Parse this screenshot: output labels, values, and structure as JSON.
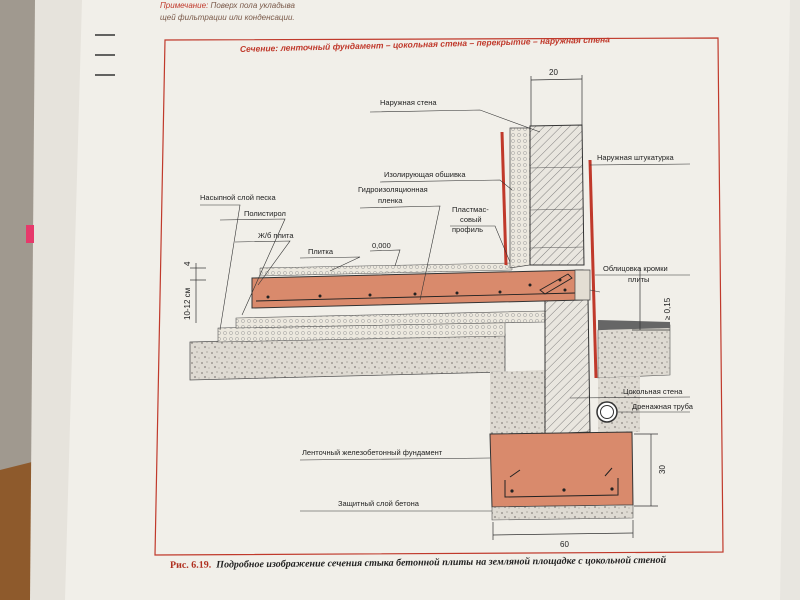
{
  "note": {
    "prefix": "Примечание:",
    "line1": "Поверх пола укладыва",
    "line2": "щей фильтрации или конденсации."
  },
  "diagram_title": "Сечение: ленточный фундамент – цокольная стена – перекрытие – наружная стена",
  "labels": {
    "outer_wall": "Наружная стена",
    "outer_plaster": "Наружная штукатурка",
    "insulating_sheathing": "Изолирующая обшивка",
    "sand_fill": "Насыпной слой песка",
    "waterproofing_1": "Гидроизоляционная",
    "waterproofing_2": "пленка",
    "polystyrene": "Полистирол",
    "rc_slab": "Ж/б плита",
    "plastic_profile_1": "Пластмас-",
    "plastic_profile_2": "совый",
    "plastic_profile_3": "профиль",
    "tile": "Плитка",
    "level": "0,000",
    "edge_facing_1": "Облицовка кромки",
    "edge_facing_2": "плиты",
    "plinth_wall": "Цокольная стена",
    "drain_pipe": "Дренажная труба",
    "strip_foundation": "Ленточный железобетонный фундамент",
    "protective_concrete": "Защитный слой бетона"
  },
  "dimensions": {
    "wall_width": "20",
    "layer_4": "4",
    "slab_thickness": "10-12 см",
    "min_015": "≥ 0,15",
    "foundation_height": "30",
    "foundation_width": "60"
  },
  "caption": {
    "number": "Рис. 6.19.",
    "text": "Подробное изображение сечения стыка бетонной плиты на земляной площадке с цокольной стеной"
  },
  "colors": {
    "concrete_fill": "#d98a6c",
    "red_line": "#c0392b",
    "page": "#f4f2ec"
  }
}
